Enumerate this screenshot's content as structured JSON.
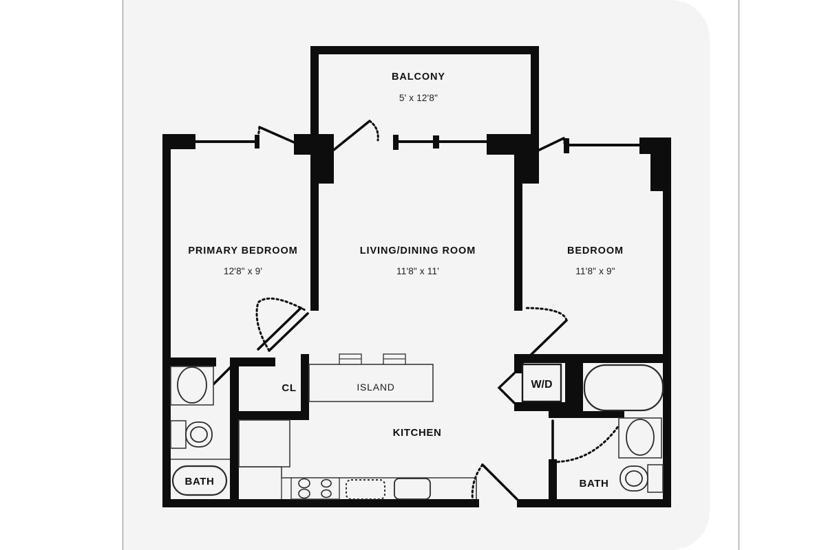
{
  "plan": {
    "title": "Apartment Floor Plan",
    "background_color": "#f4f4f4",
    "wall_color": "#0d0d0d",
    "fixture_stroke_color": "#1a1a1a",
    "divider_color": "#8a8a8a"
  },
  "rooms": [
    {
      "key": "balcony",
      "name": "BALCONY",
      "dimensions": "5' x 12'8\""
    },
    {
      "key": "primary",
      "name": "PRIMARY BEDROOM",
      "dimensions": "12'8\" x 9'"
    },
    {
      "key": "living_dining",
      "name": "LIVING/DINING ROOM",
      "dimensions": "11'8\" x 11'"
    },
    {
      "key": "bedroom",
      "name": "BEDROOM",
      "dimensions": "11'8\" x 9\""
    }
  ],
  "labels": {
    "kitchen": "KITCHEN",
    "island": "ISLAND",
    "closet": "CL",
    "washer_dryer": "W/D",
    "bath_left": "BATH",
    "bath_right": "BATH"
  },
  "fixtures": [
    {
      "name": "kitchen-island",
      "label": "ISLAND"
    },
    {
      "name": "island-stool-left",
      "label": ""
    },
    {
      "name": "island-stool-right",
      "label": ""
    },
    {
      "name": "cooktop-burners",
      "label": ""
    },
    {
      "name": "dishwasher",
      "label": ""
    },
    {
      "name": "kitchen-sink",
      "label": ""
    },
    {
      "name": "refrigerator",
      "label": ""
    },
    {
      "name": "washer-dryer-unit",
      "label": "W/D"
    },
    {
      "name": "bathtub-left",
      "label": "BATH"
    },
    {
      "name": "bathtub-right",
      "label": "BATH"
    },
    {
      "name": "toilet-left",
      "label": ""
    },
    {
      "name": "toilet-right",
      "label": ""
    },
    {
      "name": "sink-left",
      "label": ""
    },
    {
      "name": "sink-right",
      "label": ""
    }
  ],
  "doors": [
    {
      "name": "balcony-door-left",
      "type": "swing"
    },
    {
      "name": "balcony-door-right",
      "type": "swing"
    },
    {
      "name": "bedroom-window-door",
      "type": "swing"
    },
    {
      "name": "primary-bedroom-door",
      "type": "double-swing"
    },
    {
      "name": "bedroom-door",
      "type": "swing"
    },
    {
      "name": "bath-left-door",
      "type": "swing"
    },
    {
      "name": "bath-right-door",
      "type": "swing"
    },
    {
      "name": "entry-door",
      "type": "swing"
    }
  ]
}
